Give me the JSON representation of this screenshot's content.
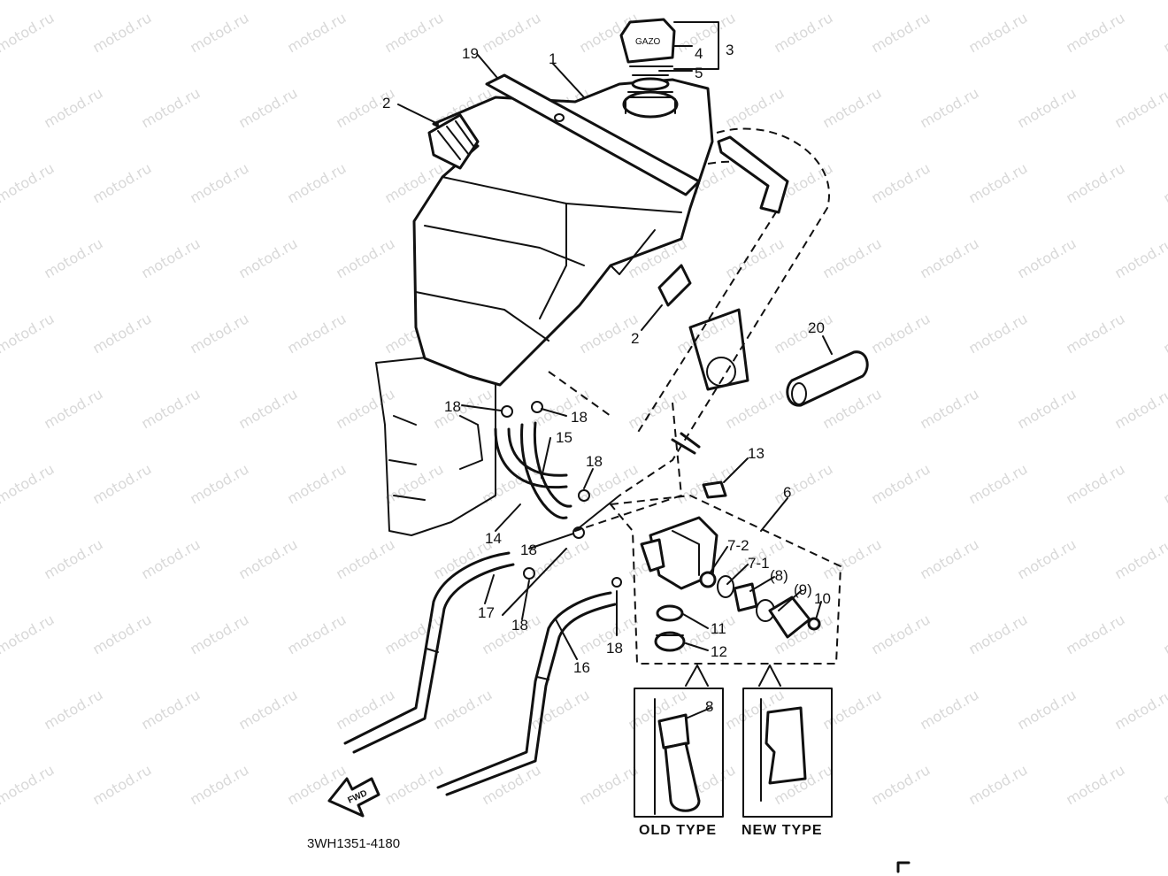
{
  "watermark": "motod.ru",
  "callouts": {
    "c1": "1",
    "c2a": "2",
    "c2b": "2",
    "c3": "3",
    "c4": "4",
    "c5": "5",
    "c6": "6",
    "c7_2": "7-2",
    "c7_1": "7-1",
    "c8": "8",
    "c8p": "(8)",
    "c9p": "(9)",
    "c10": "10",
    "c11": "11",
    "c12": "12",
    "c13": "13",
    "c14": "14",
    "c15": "15",
    "c16": "16",
    "c17": "17",
    "c18a": "18",
    "c18b": "18",
    "c18c": "18",
    "c18d": "18",
    "c18e": "18",
    "c18f": "18",
    "c19": "19",
    "c20": "20"
  },
  "labels": {
    "old_type": "OLD TYPE",
    "new_type": "NEW TYPE",
    "part_number": "3WH1351-4180",
    "fwd": "FWD",
    "cap_text": "GAZO"
  }
}
